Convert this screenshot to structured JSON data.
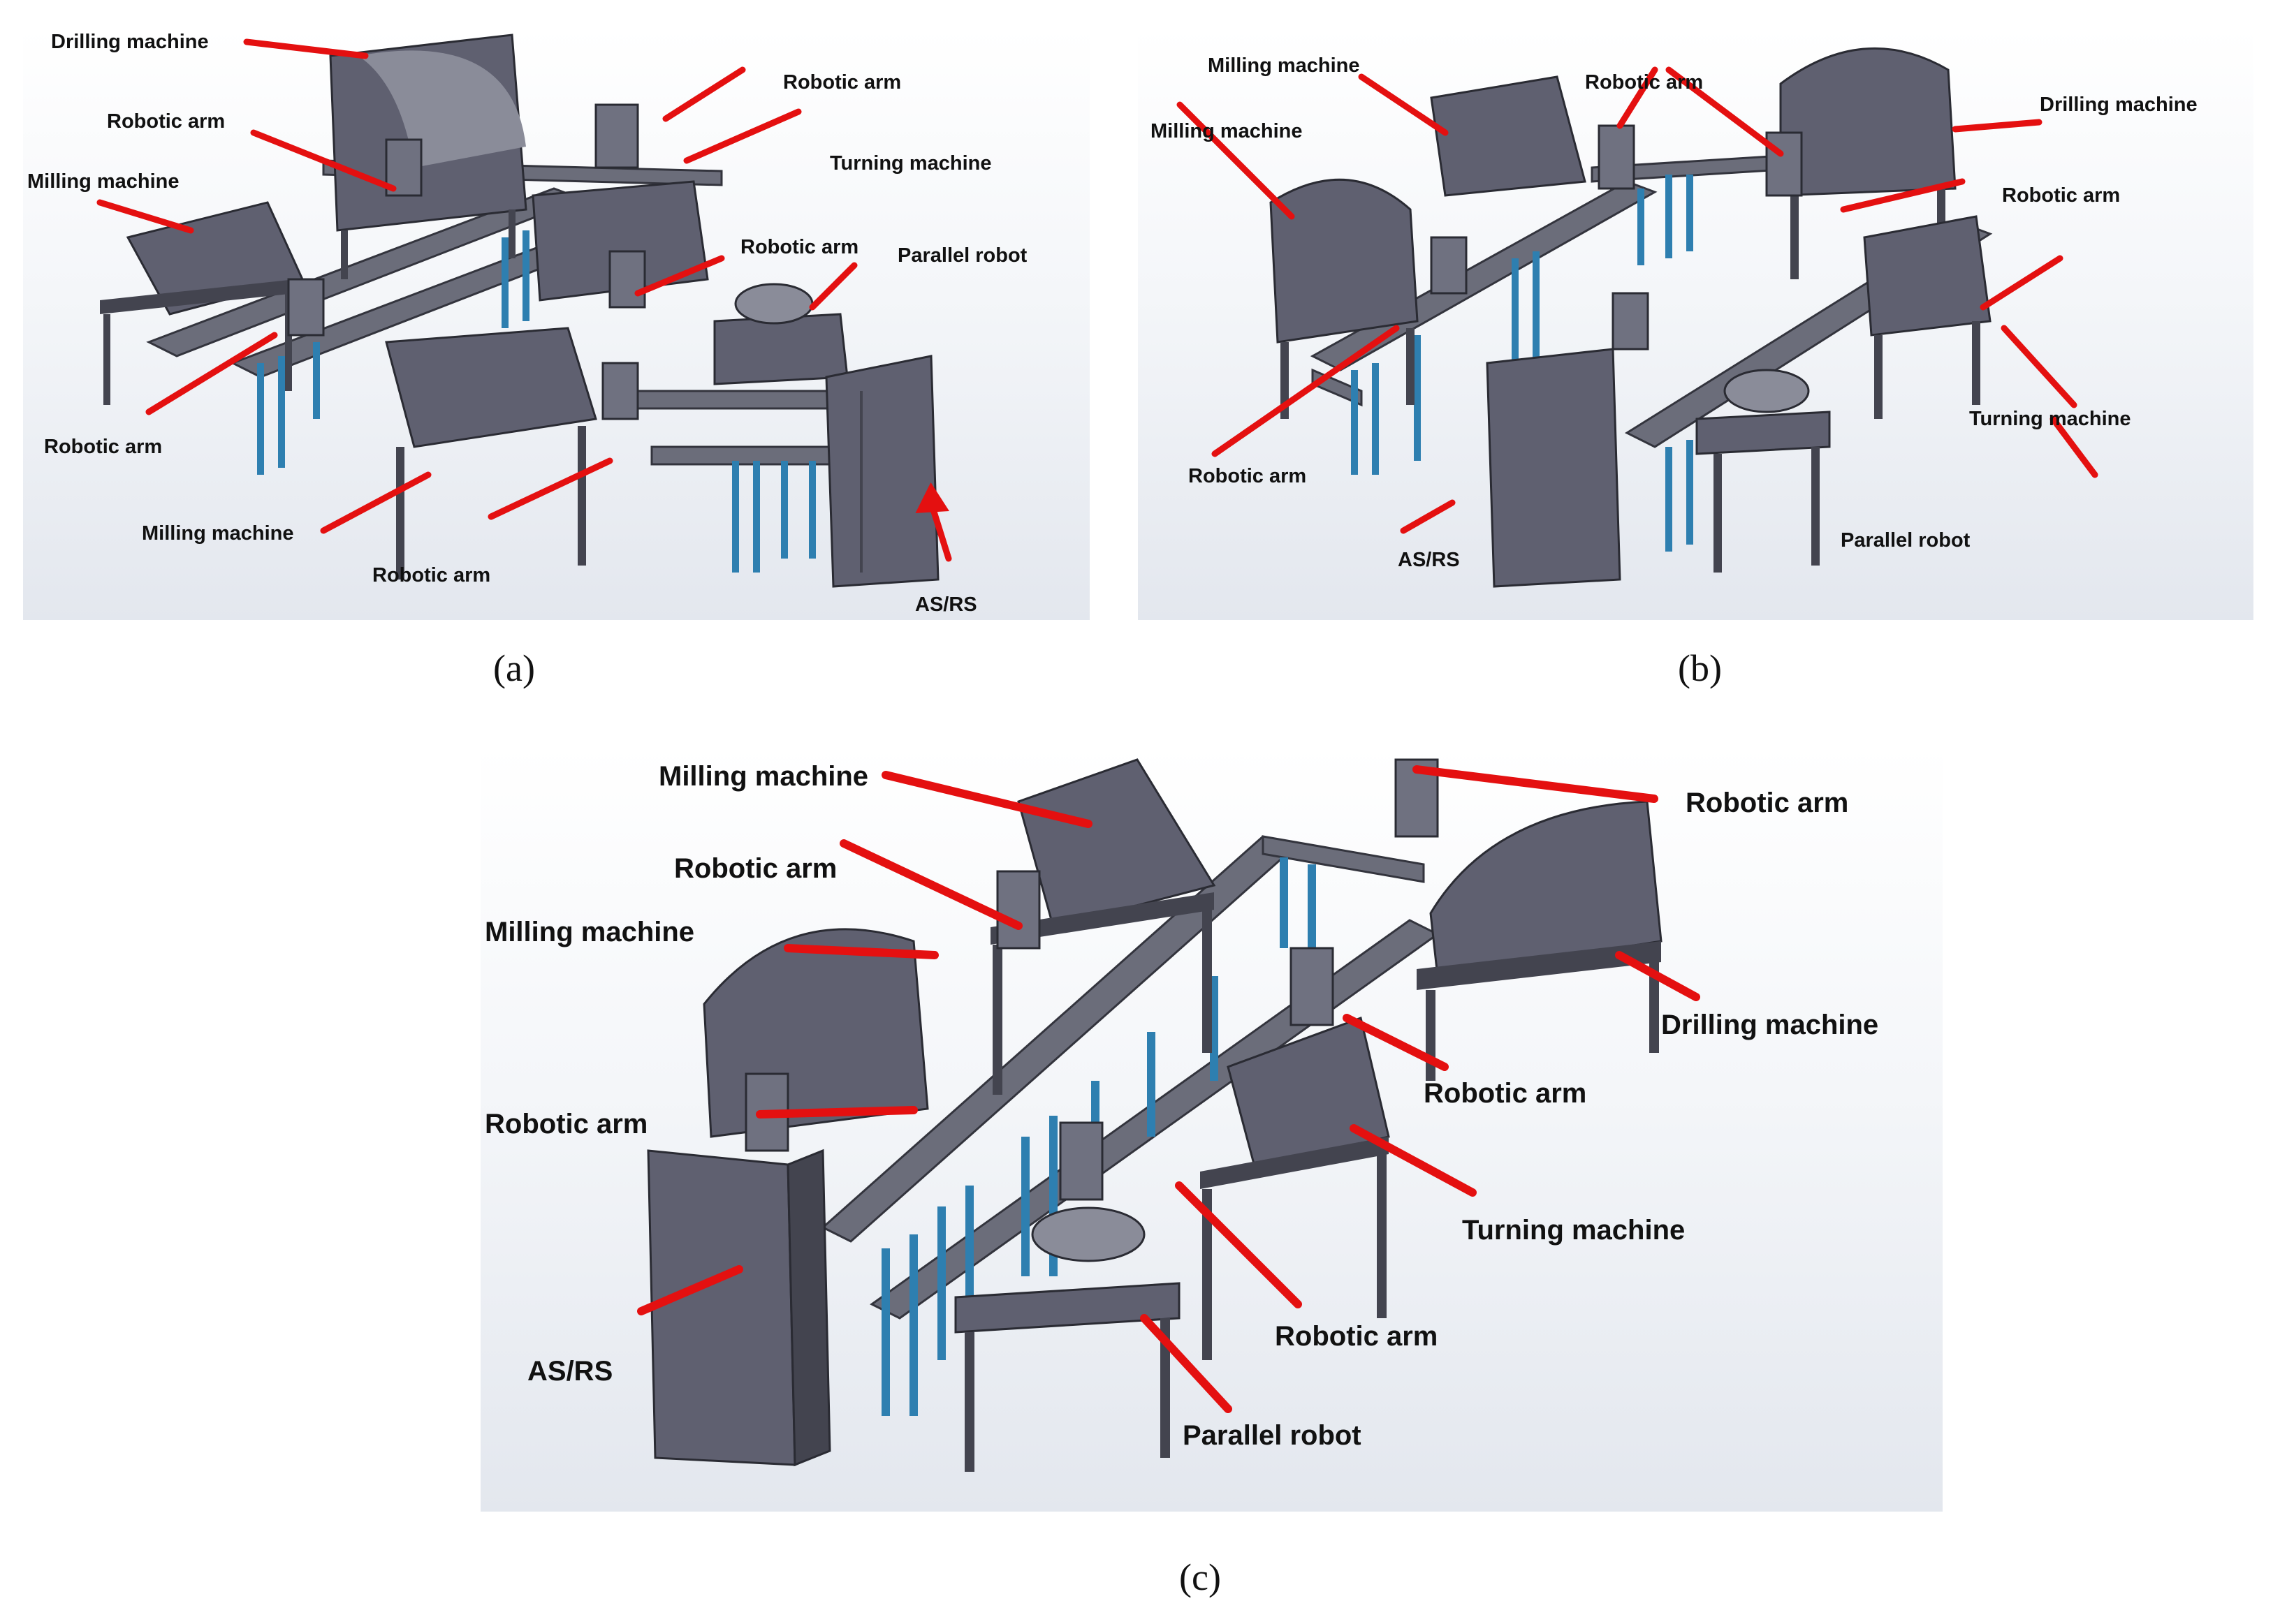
{
  "figure": {
    "panels": [
      {
        "id": "a",
        "caption": "(a)",
        "labels": [
          {
            "key": "drilling",
            "text": "Drilling machine"
          },
          {
            "key": "arm_top",
            "text": "Robotic arm"
          },
          {
            "key": "arm_upper_left",
            "text": "Robotic arm"
          },
          {
            "key": "turning",
            "text": "Turning machine"
          },
          {
            "key": "milling_left",
            "text": "Milling machine"
          },
          {
            "key": "arm_center",
            "text": "Robotic arm"
          },
          {
            "key": "parallel",
            "text": "Parallel robot"
          },
          {
            "key": "arm_left",
            "text": "Robotic arm"
          },
          {
            "key": "milling_bottom",
            "text": "Milling machine"
          },
          {
            "key": "arm_bottom",
            "text": "Robotic arm"
          },
          {
            "key": "asrs",
            "text": "AS/RS"
          }
        ]
      },
      {
        "id": "b",
        "caption": "(b)",
        "labels": [
          {
            "key": "milling_top",
            "text": "Milling machine"
          },
          {
            "key": "arm_top",
            "text": "Robotic arm"
          },
          {
            "key": "drilling",
            "text": "Drilling machine"
          },
          {
            "key": "milling_left",
            "text": "Milling machine"
          },
          {
            "key": "arm_right",
            "text": "Robotic arm"
          },
          {
            "key": "turning",
            "text": "Turning machine"
          },
          {
            "key": "arm_bottom",
            "text": "Robotic arm"
          },
          {
            "key": "parallel",
            "text": "Parallel robot"
          },
          {
            "key": "asrs",
            "text": "AS/RS"
          }
        ]
      },
      {
        "id": "c",
        "caption": "(c)",
        "labels": [
          {
            "key": "milling_top",
            "text": "Milling machine"
          },
          {
            "key": "arm_top_right",
            "text": "Robotic arm"
          },
          {
            "key": "arm_upper",
            "text": "Robotic arm"
          },
          {
            "key": "milling_left",
            "text": "Milling machine"
          },
          {
            "key": "drilling",
            "text": "Drilling machine"
          },
          {
            "key": "arm_left",
            "text": "Robotic arm"
          },
          {
            "key": "arm_center",
            "text": "Robotic arm"
          },
          {
            "key": "turning",
            "text": "Turning machine"
          },
          {
            "key": "arm_bottom",
            "text": "Robotic arm"
          },
          {
            "key": "asrs",
            "text": "AS/RS"
          },
          {
            "key": "parallel",
            "text": "Parallel robot"
          }
        ]
      }
    ]
  },
  "colors": {
    "arrow": "#e41010",
    "machine_body": "#5f6070",
    "machine_dark": "#43444f",
    "machine_light": "#8a8c99",
    "conveyor_blue": "#2e7fb0",
    "background": "#eef1f5"
  }
}
